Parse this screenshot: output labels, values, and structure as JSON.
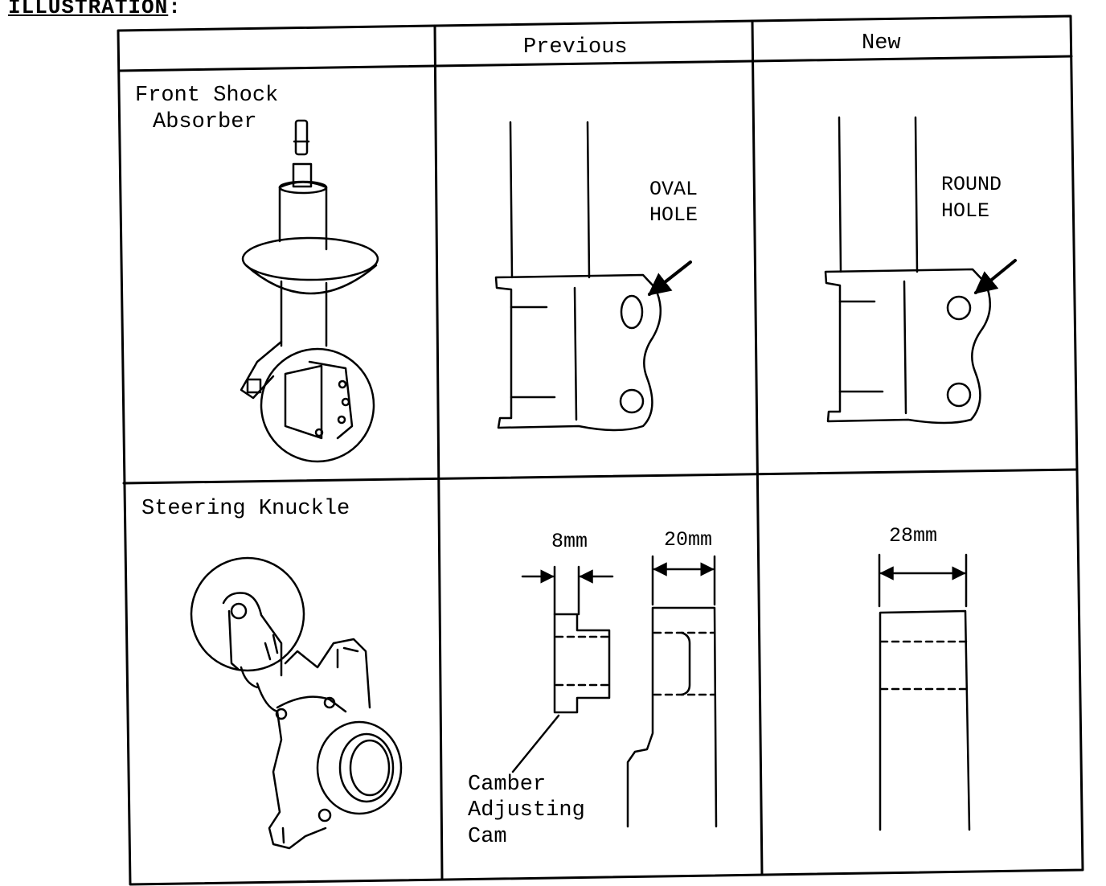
{
  "heading": {
    "text": "ILLUSTRATION",
    "suffix": ":"
  },
  "columns": {
    "previous": "Previous",
    "new": "New"
  },
  "rows": {
    "shock": {
      "label_line1": "Front Shock",
      "label_line2": "Absorber"
    },
    "knuckle": {
      "label": "Steering Knuckle"
    }
  },
  "annotations": {
    "oval_hole": [
      "OVAL",
      "HOLE"
    ],
    "round_hole": [
      "ROUND",
      "HOLE"
    ],
    "cam_label": [
      "Camber",
      "Adjusting",
      "Cam"
    ],
    "dim_prev_small": "8mm",
    "dim_prev_large": "20mm",
    "dim_new": "28mm"
  }
}
